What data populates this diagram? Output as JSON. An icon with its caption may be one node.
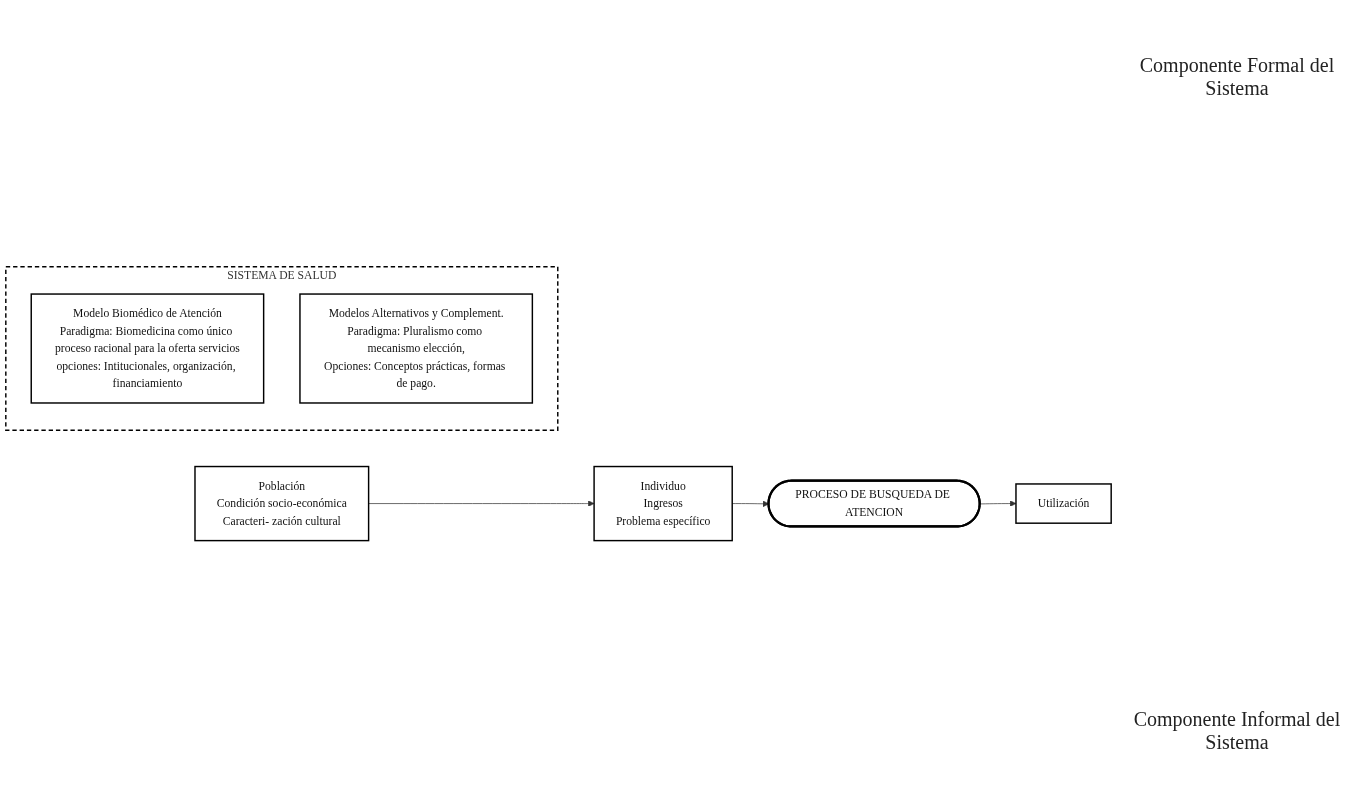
{
  "diagram": {
    "nodes": [
      {
        "text": [
          "Población",
          "Condición socio-económica",
          "Caracteri- zación cultural"
        ]
      },
      {
        "text": [
          "Individuo",
          "Ingresos",
          "Problema específico"
        ]
      },
      {
        "text": [
          "SISTEMA DE SALUD"
        ]
      },
      {
        "text": [
          "Modelo Biomédico de Atención",
          "Paradigma: Biomedicina como único proceso racional para la oferta servicios",
          "opciones: Intitucionales, organización, financiamiento"
        ],
        "in": 2
      },
      {
        "text": [
          "PROCESO DE BUSQUEDA DE ATENCION"
        ]
      },
      {
        "text": [
          "Modelos Alternativos y Complement.",
          "Paradigma: Pluralismo como mecanismo elección,",
          "Opciones: Conceptos prácticas, formas de pago."
        ],
        "in": 2
      },
      {
        "text": [
          "Utilización"
        ]
      }
    ],
    "edges": [
      {
        "from": 0,
        "to": 1,
        "arrow": "to"
      },
      {
        "from": 1,
        "to": 4,
        "arrow": "to"
      },
      {
        "from": 4,
        "to": 6,
        "arrow": "to"
      }
    ],
    "labels": [
      "Componente Formal del Sistema",
      "Componente Informal del Sistema"
    ]
  }
}
